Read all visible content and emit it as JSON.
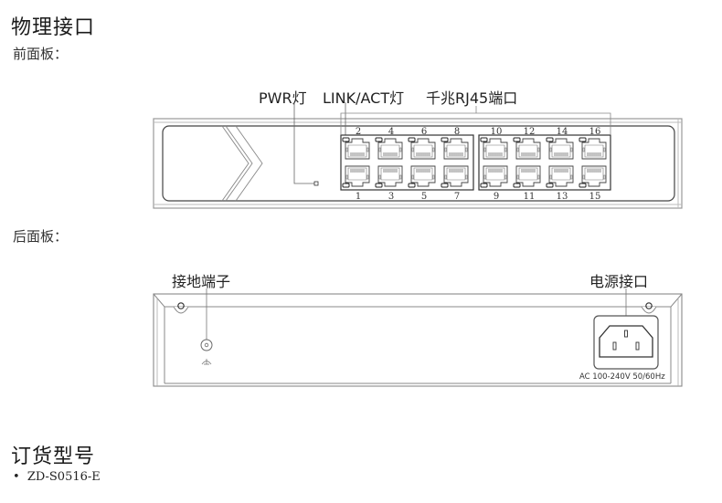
{
  "sections": {
    "physical_interface": "物理接口",
    "front_panel": "前面板：",
    "rear_panel": "后面板：",
    "order_model": "订货型号"
  },
  "front": {
    "labels": {
      "pwr_led": "PWR灯",
      "link_act_led": "LINK/ACT灯",
      "gigabit_ports": "千兆RJ45端口"
    },
    "ports_top": [
      "2",
      "4",
      "6",
      "8",
      "10",
      "12",
      "14",
      "16"
    ],
    "ports_bottom": [
      "1",
      "3",
      "5",
      "7",
      "9",
      "11",
      "13",
      "15"
    ]
  },
  "rear": {
    "labels": {
      "ground_terminal": "接地端子",
      "power_interface": "电源接口"
    },
    "power_spec": "AC 100-240V 50/60Hz"
  },
  "order": {
    "bullet": "•",
    "models": [
      "ZD-S0516-E"
    ]
  }
}
